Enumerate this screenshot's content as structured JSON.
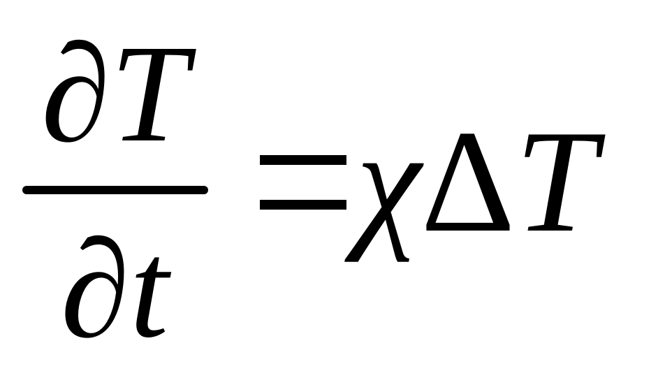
{
  "equation": {
    "numerator": {
      "partial": "∂",
      "variable": "T"
    },
    "denominator": {
      "partial": "∂",
      "variable": "t"
    },
    "equals": "=",
    "rhs": {
      "coefficient": "χ",
      "operator": "Δ",
      "variable": "T"
    }
  }
}
